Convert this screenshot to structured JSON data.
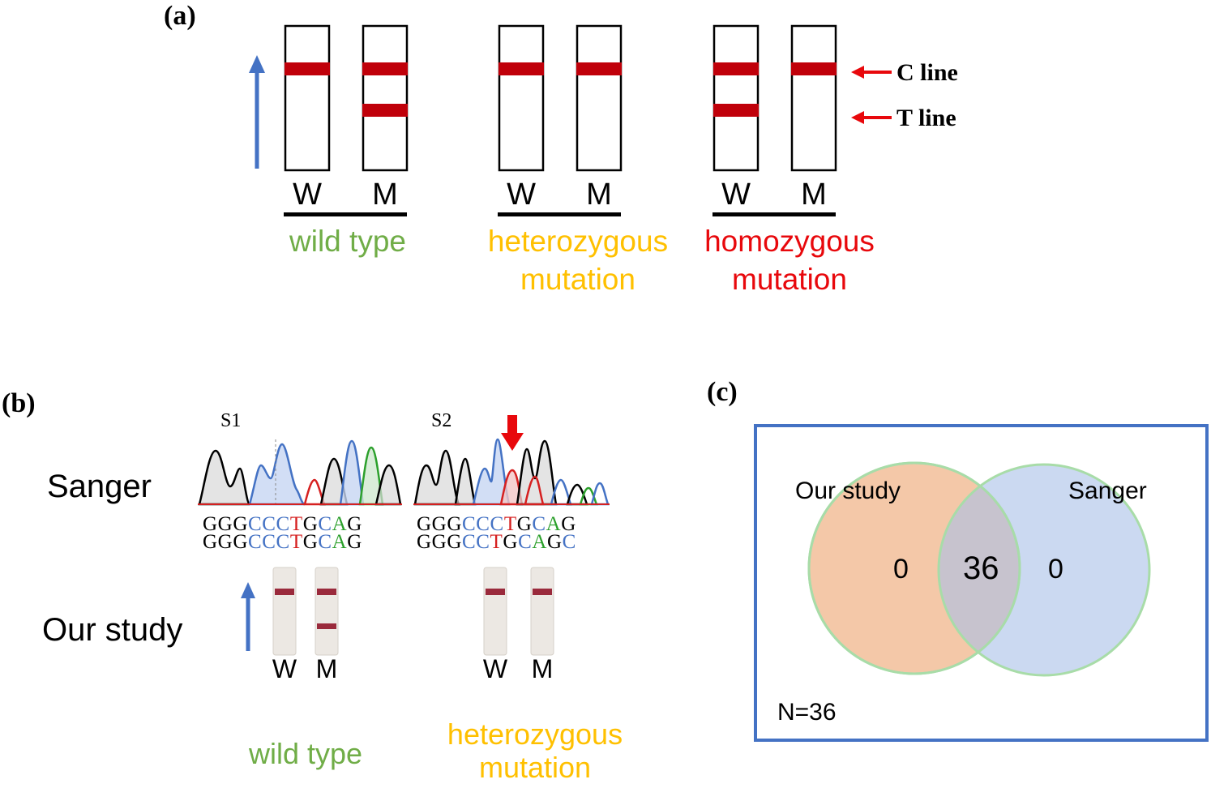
{
  "colors": {
    "band": "#c0000a",
    "strip_outline": "#000000",
    "flow_arrow": "#4472c4",
    "pointer_arrow": "#e8080c",
    "wild_type": "#70ad47",
    "heterozygous": "#ffc000",
    "homozygous": "#e8080c",
    "venn_left": "#f4c8a8",
    "venn_right": "#a9c0e8",
    "venn_overlap": "#a59aa8",
    "venn_outline": "#a8dca8",
    "frame": "#4472c4",
    "base_G": "#000000",
    "base_C": "#4472c4",
    "base_T": "#d62020",
    "base_A": "#2ca02c",
    "real_strip": "#ece8e3",
    "real_band": "#9a2a3c"
  },
  "panel_a": {
    "label": "(a)",
    "c_line_label": "C line",
    "t_line_label": "T line",
    "groups": [
      {
        "group_label_lines": [
          "wild type"
        ],
        "color_key": "wild_type",
        "strips": [
          {
            "letter": "W",
            "c_band": true,
            "t_band": false
          },
          {
            "letter": "M",
            "c_band": true,
            "t_band": true
          }
        ]
      },
      {
        "group_label_lines": [
          "heterozygous",
          "mutation"
        ],
        "color_key": "heterozygous",
        "strips": [
          {
            "letter": "W",
            "c_band": true,
            "t_band": false
          },
          {
            "letter": "M",
            "c_band": true,
            "t_band": false
          }
        ]
      },
      {
        "group_label_lines": [
          "homozygous",
          "mutation"
        ],
        "color_key": "homozygous",
        "strips": [
          {
            "letter": "W",
            "c_band": true,
            "t_band": true
          },
          {
            "letter": "M",
            "c_band": true,
            "t_band": false
          }
        ]
      }
    ]
  },
  "panel_b": {
    "label": "(b)",
    "row_sanger": "Sanger",
    "row_study": "Our study",
    "samples": [
      {
        "id": "S1",
        "seq_line1": "GGGCCCTGCAG",
        "seq_line2": "GGGCCCTGCAG",
        "strips": [
          {
            "letter": "W",
            "c_band": true,
            "t_band": false
          },
          {
            "letter": "M",
            "c_band": true,
            "t_band": true
          }
        ],
        "group_label_lines": [
          "wild type"
        ],
        "color_key": "wild_type"
      },
      {
        "id": "S2",
        "seq_line1": "GGGCCCTGCAG",
        "seq_line2": "GGGCCTGCAGC",
        "strips": [
          {
            "letter": "W",
            "c_band": true,
            "t_band": false
          },
          {
            "letter": "M",
            "c_band": true,
            "t_band": false
          }
        ],
        "group_label_lines": [
          "heterozygous",
          "mutation"
        ],
        "color_key": "heterozygous"
      }
    ]
  },
  "panel_c": {
    "label": "(c)",
    "set_left": "Our study",
    "set_right": "Sanger",
    "only_left": "0",
    "both": "36",
    "only_right": "0",
    "total": "N=36"
  }
}
